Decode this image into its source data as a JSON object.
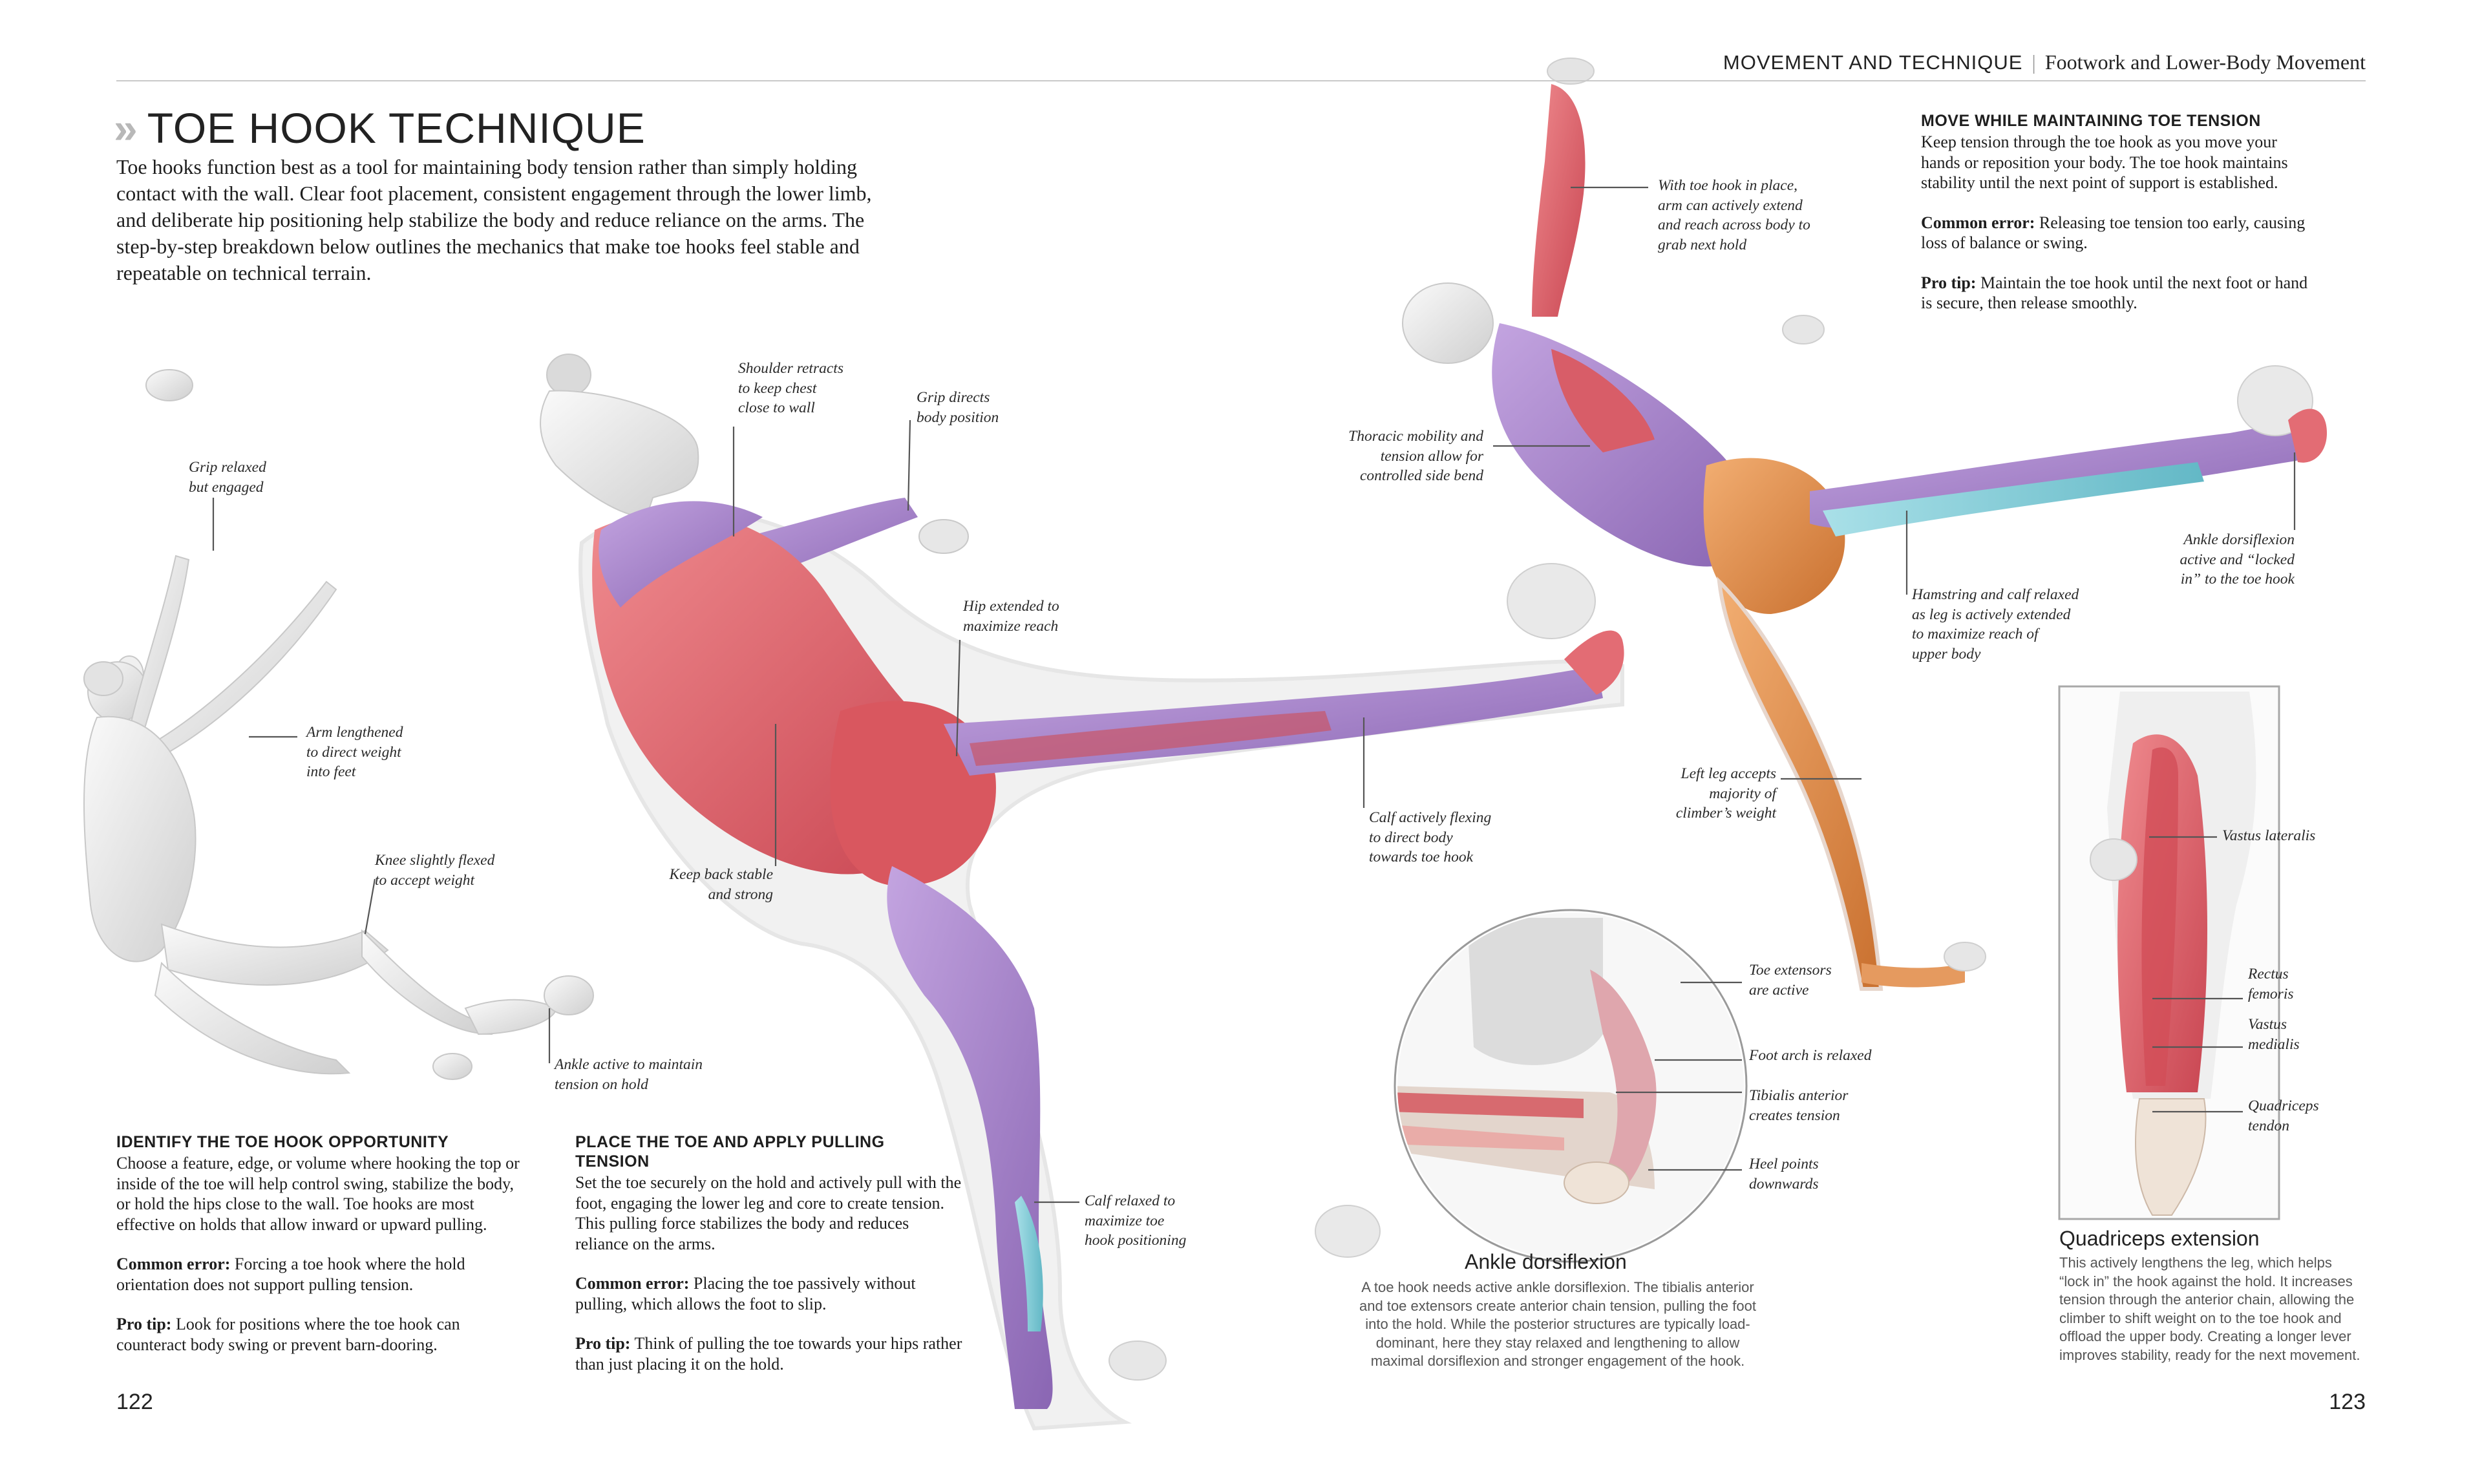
{
  "header": {
    "section": "MOVEMENT AND TECHNIQUE",
    "separator": "|",
    "topic": "Footwork and Lower-Body Movement"
  },
  "title": {
    "marker": "»",
    "text": "TOE HOOK TECHNIQUE"
  },
  "intro": "Toe hooks function best as a tool for maintaining body tension rather than simply holding contact with the wall. Clear foot placement, consistent engagement through the lower limb, and deliberate hip positioning help stabilize the body and reduce reliance on the arms. The step-by-step breakdown below outlines the mechanics that make toe hooks feel stable and repeatable on technical terrain.",
  "steps": [
    {
      "heading": "IDENTIFY THE TOE HOOK OPPORTUNITY",
      "body": "Choose a feature, edge, or volume where hooking the top or inside of the toe will help control swing, stabilize the body, or hold the hips close to the wall. Toe hooks are most effective on holds that allow inward or upward pulling.",
      "error_label": "Common error:",
      "error_text": "Forcing a toe hook where the hold orientation does not support pulling tension.",
      "tip_label": "Pro tip:",
      "tip_text": "Look for positions where the toe hook can counteract body swing or prevent barn-dooring."
    },
    {
      "heading": "PLACE THE TOE AND APPLY PULLING TENSION",
      "body": "Set the toe securely on the hold and actively pull with the foot, engaging the lower leg and core to create tension. This pulling force stabilizes the body and reduces reliance on the arms.",
      "error_label": "Common error:",
      "error_text": "Placing the toe passively without pulling, which allows the foot to slip.",
      "tip_label": "Pro tip:",
      "tip_text": "Think of pulling the toe towards your hips rather than just placing it on the hold."
    },
    {
      "heading": "MOVE WHILE MAINTAINING TOE TENSION",
      "body": "Keep tension through the toe hook as you move your hands or reposition your body. The toe hook maintains stability until the next point of support is established.",
      "error_label": "Common error:",
      "error_text": "Releasing toe tension too early, causing loss of balance or swing.",
      "tip_label": "Pro tip:",
      "tip_text": "Maintain the toe hook until the next foot or hand is secure, then release smoothly."
    }
  ],
  "figure1_labels": {
    "grip": "Grip relaxed\nbut engaged",
    "arm": "Arm lengthened\nto direct weight\ninto feet",
    "knee": "Knee slightly flexed\nto accept weight",
    "ankle": "Ankle active to maintain\ntension on hold"
  },
  "figure2_labels": {
    "shoulder": "Shoulder retracts\nto keep chest\nclose to wall",
    "grip": "Grip directs\nbody position",
    "hip": "Hip extended to\nmaximize reach",
    "back": "Keep back stable\nand strong",
    "calf_flex": "Calf actively flexing\nto direct body\ntowards toe hook",
    "calf_relaxed": "Calf relaxed to\nmaximize toe\nhook positioning"
  },
  "figure3_labels": {
    "arm": "With toe hook in place,\narm can actively extend\nand reach across body to\ngrab next hold",
    "thoracic": "Thoracic mobility and\ntension allow for\ncontrolled side bend",
    "ankle": "Ankle dorsiflexion\nactive and “locked\nin” to the toe hook",
    "hamstring": "Hamstring and calf relaxed\nas leg is actively extended\nto maximize reach of\nupper body",
    "left_leg": "Left leg accepts\nmajority of\nclimber’s weight"
  },
  "ankle_detail": {
    "title": "Ankle dorsiflexion",
    "caption": "A toe hook needs active ankle dorsiflexion. The tibialis anterior and toe extensors create anterior chain tension, pulling the foot into the hold. While the posterior structures are typically load-dominant, here they stay relaxed and lengthening to allow maximal dorsiflexion and stronger engagement of the hook.",
    "labels": {
      "toe_ext": "Toe extensors\nare active",
      "arch": "Foot arch is relaxed",
      "tib": "Tibialis anterior\ncreates tension",
      "heel": "Heel points\ndownwards"
    }
  },
  "quad_detail": {
    "title": "Quadriceps extension",
    "caption": "This actively lengthens the leg, which helps “lock in” the hook against the hold. It increases tension through the anterior chain, allowing the climber to shift weight on to the toe hook and offload the upper body. Creating a longer lever improves stability, ready for the next movement.",
    "labels": {
      "vl": "Vastus lateralis",
      "rf": "Rectus\nfemoris",
      "vm": "Vastus\nmedialis",
      "qt": "Quadriceps\ntendon"
    }
  },
  "folios": {
    "left": "122",
    "right": "123"
  },
  "colors": {
    "muscle_red": "#e0666e",
    "muscle_purple": "#a27ec4",
    "muscle_orange": "#e38e4e",
    "muscle_blue": "#86cfd9",
    "body_white": "#ececec",
    "text": "#1e1e1e",
    "rule": "#c9c9c9"
  }
}
